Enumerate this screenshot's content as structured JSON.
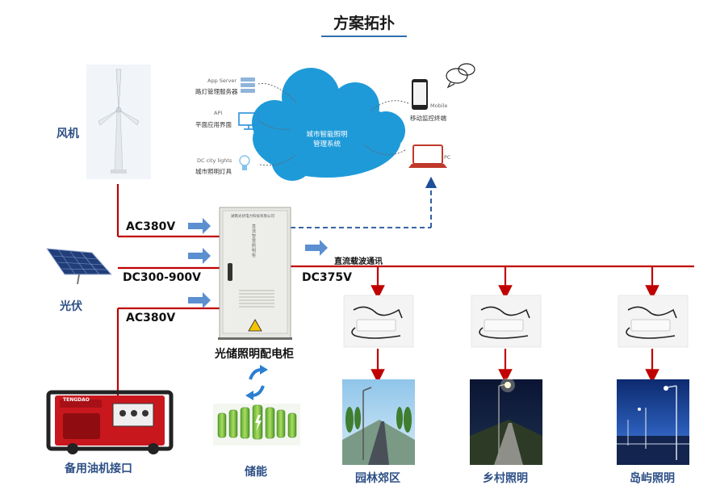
{
  "title": "方案拓扑",
  "sources": {
    "wind": "风机",
    "solar": "光伏",
    "generator": "备用油机接口"
  },
  "lines": {
    "ac_top": "AC380V",
    "dc_solar": "DC300-900V",
    "ac_bottom": "AC380V",
    "dc_out": "DC375V",
    "plc": "直流载波通讯"
  },
  "cabinet": {
    "label": "光储照明配电柜",
    "plate": "湖南光伏电力科技有限公司",
    "vertical_text": "直流智慧照明柜"
  },
  "storage": "储能",
  "cloud": {
    "system_line1": "城市智能照明",
    "system_line2": "管理系统",
    "app_server_en": "App Server",
    "app_server_cn": "路灯管理服务器",
    "api_en": "API",
    "api_cn": "平面应用界面",
    "dc_lights_en": "DC city lights",
    "dc_lights_cn": "城市照明灯具",
    "mobile_en": "Mobile",
    "mobile_cn": "移动监控终端",
    "pc_en": "PC"
  },
  "scenes": {
    "garden": "园林郊区",
    "village": "乡村照明",
    "island": "岛屿照明"
  },
  "generator_brand": "TENGDAO",
  "colors": {
    "power_line": "#c00000",
    "label_blue": "#2d4f86",
    "arrow_blue": "#5b8fd0",
    "cloud": "#1e9ad8",
    "dashed_link": "#1f4f9a"
  }
}
